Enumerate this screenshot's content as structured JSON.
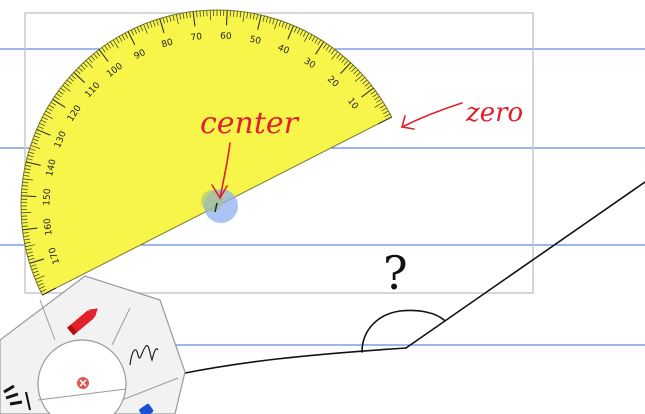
{
  "colors": {
    "background": "#ffffff",
    "rule_lines": "#3b6fd6",
    "protractor_fill": "#f8f54a",
    "protractor_stroke": "#7a7a2a",
    "selection_box": "#c8c8c8",
    "annotation_red": "#e0202a",
    "center_dot": "#8fb0f0",
    "ink": "#111111",
    "pen_menu_bg": "#f2f2f2",
    "pen_menu_border": "#9a9a9a",
    "pen_red": "#e0202a",
    "close_red": "#e05555"
  },
  "protractor": {
    "tick_labels": [
      "10",
      "20",
      "30",
      "40",
      "50",
      "60",
      "70",
      "80",
      "90",
      "100",
      "110",
      "120",
      "130",
      "140",
      "150",
      "160",
      "170"
    ],
    "min_degrees": 0,
    "max_degrees": 180,
    "minor_tick_step_degrees": 1
  },
  "annotations": {
    "center_label": "center",
    "zero_label": "zero",
    "question_mark": "?"
  },
  "pen_menu": {
    "icons": [
      "pen-icon",
      "squiggle-icon",
      "close-icon",
      "highlighter-icon",
      "eraser-icon"
    ]
  }
}
